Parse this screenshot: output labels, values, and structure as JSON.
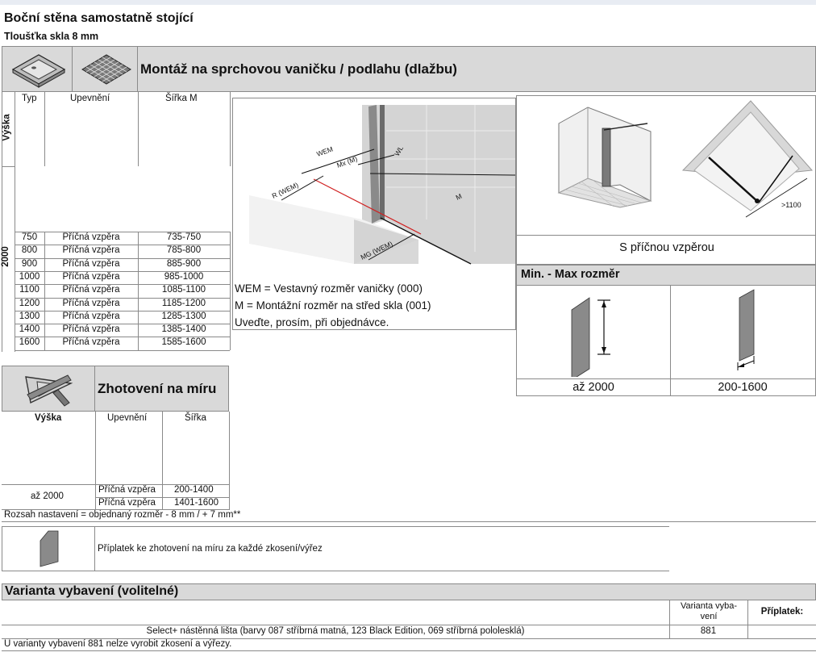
{
  "title": "Boční stěna samostatně stojící",
  "subtitle": "Tloušťka skla 8 mm",
  "mount": {
    "heading": "Montáž na sprchovou vaničku / podlahu (dlažbu)",
    "icons": [
      "shower-tray-icon",
      "floor-tiles-icon"
    ],
    "col_typ": "Typ",
    "col_upevneni": "Upevnění",
    "col_sirka": "Šířka M",
    "row_header": "Výška",
    "height": "2000",
    "rows": [
      {
        "typ": "750",
        "upevneni": "Příčná vzpěra",
        "sirka": "735-750"
      },
      {
        "typ": "800",
        "upevneni": "Příčná vzpěra",
        "sirka": "785-800"
      },
      {
        "typ": "900",
        "upevneni": "Příčná vzpěra",
        "sirka": "885-900"
      },
      {
        "typ": "1000",
        "upevneni": "Příčná vzpěra",
        "sirka": "985-1000"
      },
      {
        "typ": "1100",
        "upevneni": "Příčná vzpěra",
        "sirka": "1085-1100"
      },
      {
        "typ": "1200",
        "upevneni": "Příčná vzpěra",
        "sirka": "1185-1200"
      },
      {
        "typ": "1300",
        "upevneni": "Příčná vzpěra",
        "sirka": "1285-1300"
      },
      {
        "typ": "1400",
        "upevneni": "Příčná vzpěra",
        "sirka": "1385-1400"
      },
      {
        "typ": "1600",
        "upevneni": "Příčná vzpěra",
        "sirka": "1585-1600"
      }
    ]
  },
  "diagram": {
    "labels": {
      "wem": "WEM",
      "wl": "WL",
      "mx": "Mx (M)",
      "r": "R (WEM)",
      "m": "M",
      "mg": "MG (WEM)"
    },
    "legend": [
      "WEM = Vestavný rozměr vaničky (000)",
      "M = Montážní rozměr na střed skla (001)",
      "Uveďte, prosím, při objednávce."
    ]
  },
  "variant_panel": {
    "caption": "S příčnou vzpěrou",
    "dim_label": ">1100"
  },
  "minmax": {
    "heading": "Min. - Max rozměr",
    "height_value": "až 2000",
    "width_value": "200-1600"
  },
  "custom": {
    "heading": "Zhotovení na míru",
    "col_vyska": "Výška",
    "col_upevneni": "Upevnění",
    "col_sirka": "Šířka",
    "height": "až 2000",
    "rows": [
      {
        "upevneni": "Příčná vzpěra",
        "sirka": "200-1400"
      },
      {
        "upevneni": "Příčná vzpěra",
        "sirka": "1401-1600"
      }
    ],
    "range_note": "Rozsah nastavení = objednaný rozměr - 8 mm / + 7 mm**"
  },
  "surcharge_note": "Příplatek ke zhotovení na míru za každé zkosení/výřez",
  "equipment": {
    "heading": "Varianta vybavení (volitelné)",
    "col_variant": "Varianta vyba-\nvení",
    "col_surcharge": "Příplatek:",
    "row_desc": "Select+ nástěnná lišta (barvy 087 stříbrná matná, 123 Black Edition, 069 stříbrná pololesklá)",
    "row_variant": "881",
    "note": "U varianty vybavení 881 nelze vyrobit zkosení a výřezy."
  }
}
